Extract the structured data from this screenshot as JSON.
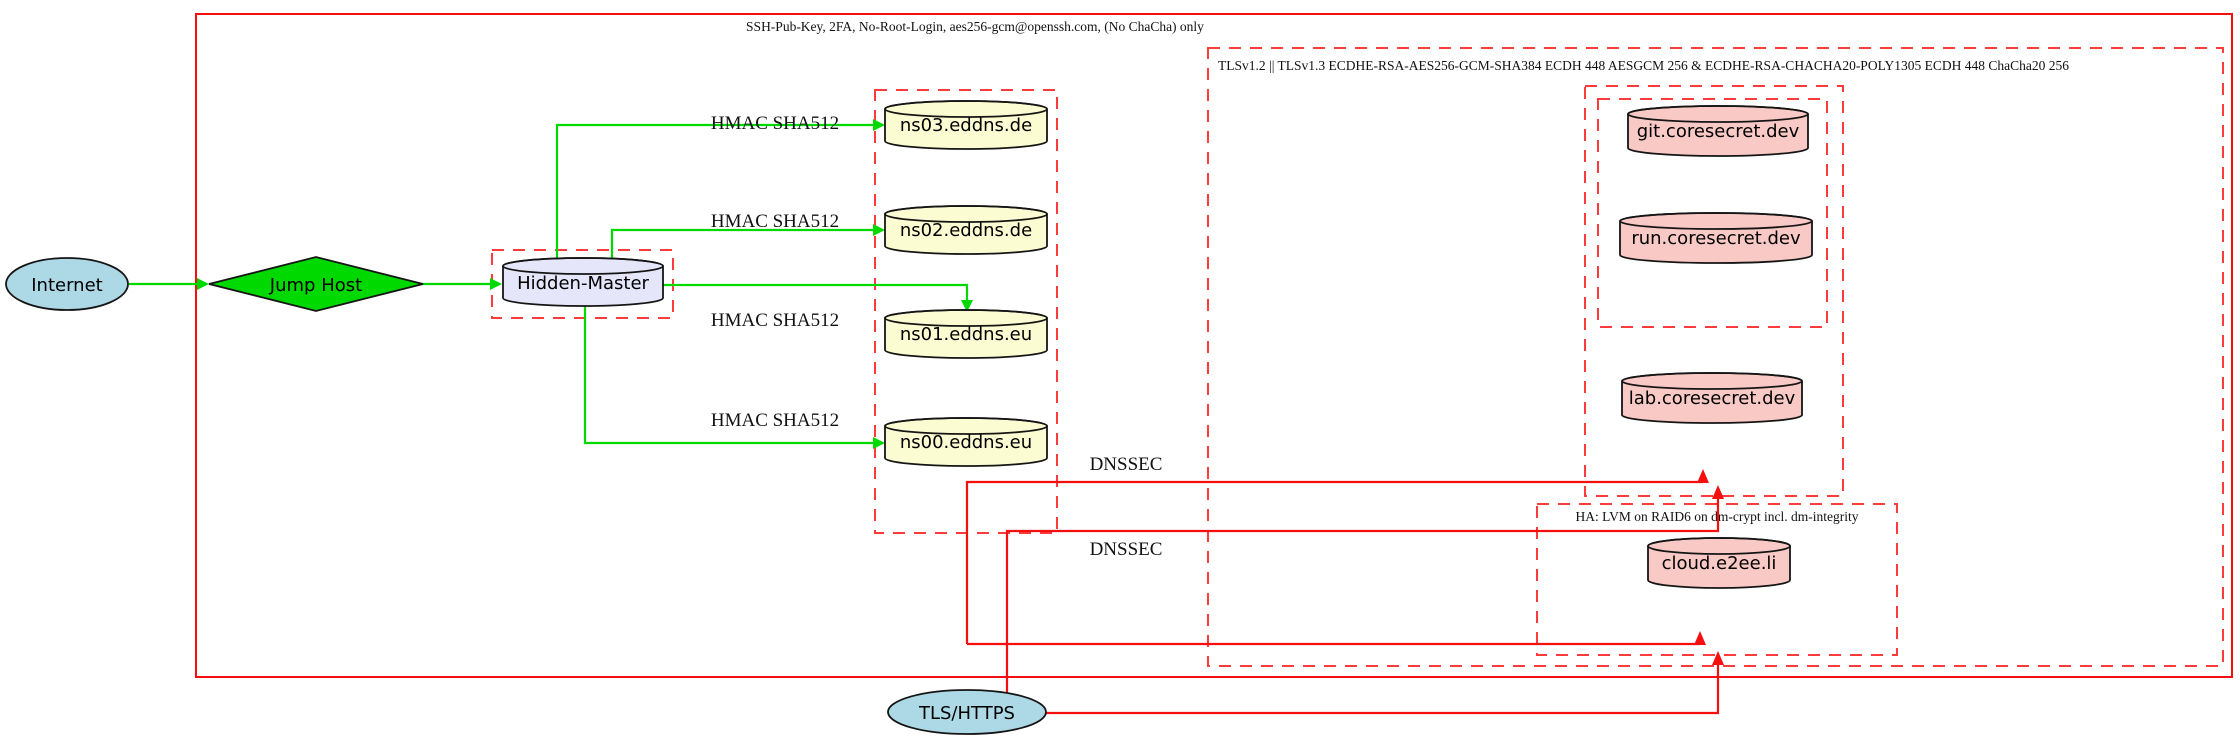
{
  "clusters": {
    "ssh_label": "SSH-Pub-Key, 2FA, No-Root-Login, aes256-gcm@openssh.com, (No ChaCha) only",
    "tls_label": "TLSv1.2 || TLSv1.3 ECDHE-RSA-AES256-GCM-SHA384 ECDH 448 AESGCM 256 & ECDHE-RSA-CHACHA20-POLY1305 ECDH 448 ChaCha20 256",
    "ha_label": "HA: LVM on RAID6 on dm-crypt incl. dm-integrity"
  },
  "nodes": {
    "internet": "Internet",
    "jump_host": "Jump Host",
    "hidden_master": "Hidden-Master",
    "ns03": "ns03.eddns.de",
    "ns02": "ns02.eddns.de",
    "ns01": "ns01.eddns.eu",
    "ns00": "ns00.eddns.eu",
    "git": "git.coresecret.dev",
    "run": "run.coresecret.dev",
    "lab": "lab.coresecret.dev",
    "cloud": "cloud.e2ee.li",
    "tls_https": "TLS/HTTPS"
  },
  "edge_labels": {
    "hmac_ns03": "HMAC SHA512",
    "hmac_ns02": "HMAC SHA512",
    "hmac_ns01": "HMAC SHA512",
    "hmac_ns00": "HMAC SHA512",
    "dnssec_1": "DNSSEC",
    "dnssec_2": "DNSSEC"
  },
  "colors": {
    "secure_edge": "#00D900",
    "tls_edge": "#F50F0F",
    "cluster_solid": "#F50F0F",
    "cluster_dashed": "#FF3B3B",
    "internet_fill": "#ADD8E6",
    "jump_fill": "#00D900",
    "master_fill": "#E6E6FA",
    "dns_fill": "#FCFCD2",
    "service_fill": "#F9C9C5"
  }
}
